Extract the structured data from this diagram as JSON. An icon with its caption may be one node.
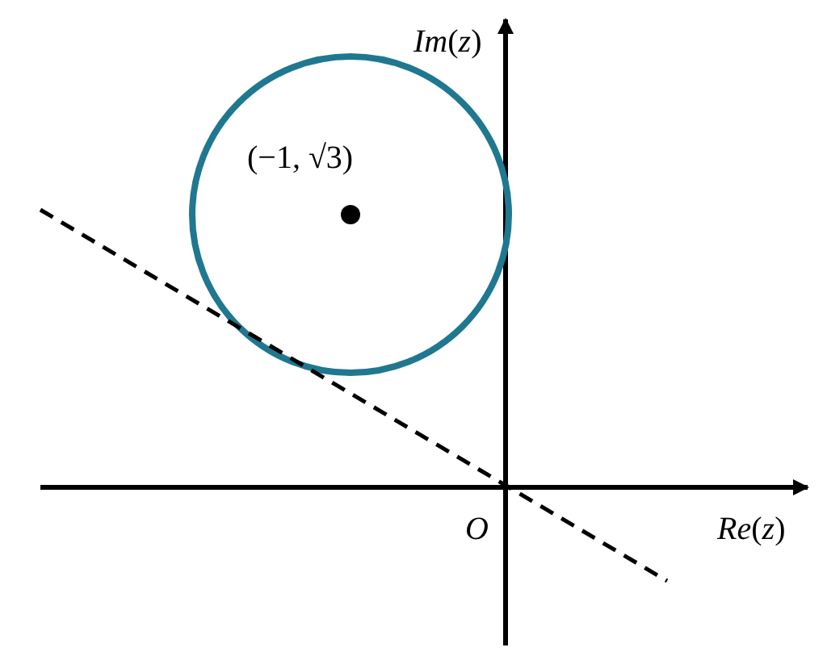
{
  "diagram": {
    "labels": [
      "*Im*(*z*)",
      "*Re*(*z*)",
      "O",
      "(−1, √3)"
    ]
  }
}
